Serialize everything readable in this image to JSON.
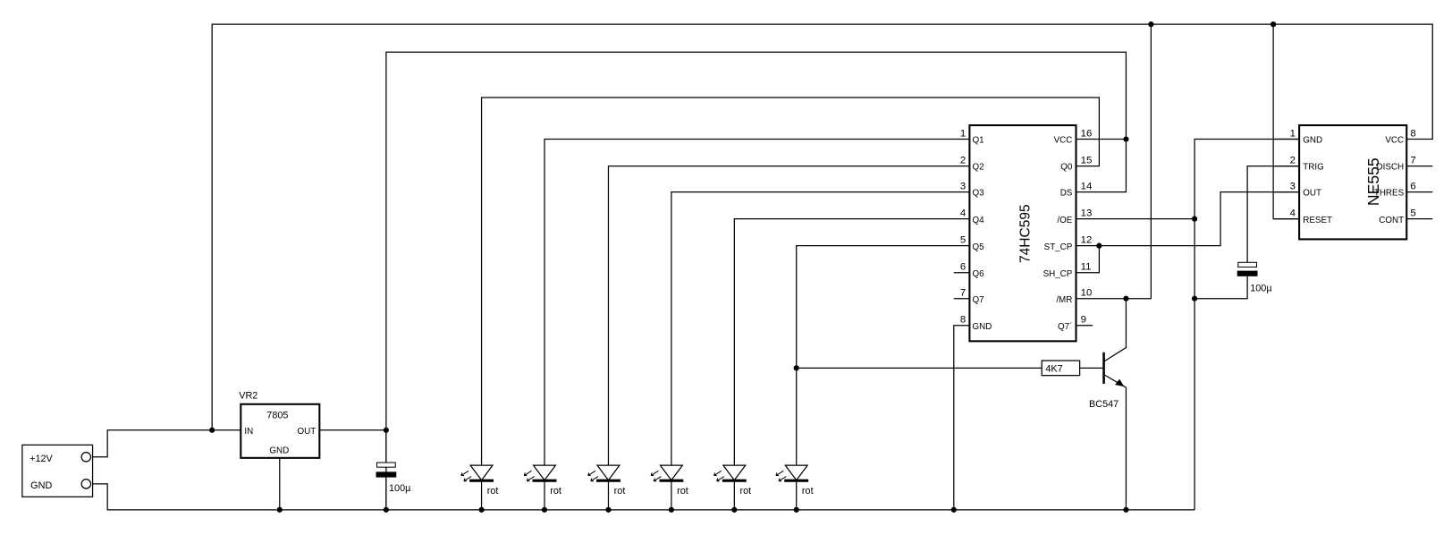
{
  "connector": {
    "plus_label": "+12V",
    "gnd_label": "GND"
  },
  "regulator": {
    "ref": "VR2",
    "part": "7805",
    "pin_in": "IN",
    "pin_out": "OUT",
    "pin_gnd": "GND"
  },
  "capacitors": [
    {
      "value": "100µ"
    },
    {
      "value": "100µ"
    }
  ],
  "leds": [
    {
      "color": "rot"
    },
    {
      "color": "rot"
    },
    {
      "color": "rot"
    },
    {
      "color": "rot"
    },
    {
      "color": "rot"
    },
    {
      "color": "rot"
    }
  ],
  "shift_register": {
    "part": "74HC595",
    "left_pins": [
      {
        "num": "1",
        "name": "Q1"
      },
      {
        "num": "2",
        "name": "Q2"
      },
      {
        "num": "3",
        "name": "Q3"
      },
      {
        "num": "4",
        "name": "Q4"
      },
      {
        "num": "5",
        "name": "Q5"
      },
      {
        "num": "6",
        "name": "Q6"
      },
      {
        "num": "7",
        "name": "Q7"
      },
      {
        "num": "8",
        "name": "GND"
      }
    ],
    "right_pins": [
      {
        "num": "16",
        "name": "VCC"
      },
      {
        "num": "15",
        "name": "Q0"
      },
      {
        "num": "14",
        "name": "DS"
      },
      {
        "num": "13",
        "name": "/OE"
      },
      {
        "num": "12",
        "name": "ST_CP"
      },
      {
        "num": "11",
        "name": "SH_CP"
      },
      {
        "num": "10",
        "name": "/MR"
      },
      {
        "num": "9",
        "name": "Q7´"
      }
    ]
  },
  "resistor": {
    "value": "4K7"
  },
  "transistor": {
    "part": "BC547"
  },
  "timer": {
    "part": "NE555",
    "left_pins": [
      {
        "num": "1",
        "name": "GND"
      },
      {
        "num": "2",
        "name": "TRIG"
      },
      {
        "num": "3",
        "name": "OUT"
      },
      {
        "num": "4",
        "name": "RESET"
      }
    ],
    "right_pins": [
      {
        "num": "8",
        "name": "VCC"
      },
      {
        "num": "7",
        "name": "DISCH"
      },
      {
        "num": "6",
        "name": "THRES"
      },
      {
        "num": "5",
        "name": "CONT"
      }
    ]
  }
}
